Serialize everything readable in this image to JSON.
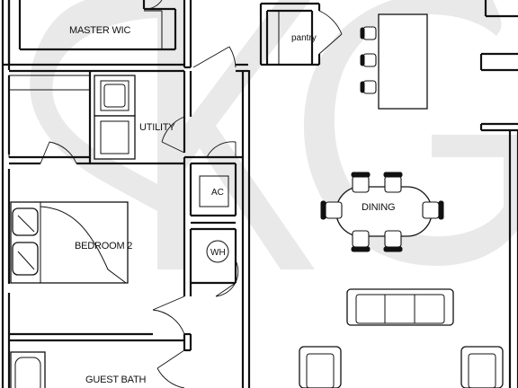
{
  "watermark": {
    "letters": "SKG"
  },
  "rooms": {
    "master_wic": "MASTER WIC",
    "pantry": "pantry",
    "utility": "UTILITY",
    "ac": "AC",
    "wh": "WH",
    "dining": "DINING",
    "bedroom2": "BEDROOM 2",
    "guest_bath": "GUEST BATH"
  }
}
